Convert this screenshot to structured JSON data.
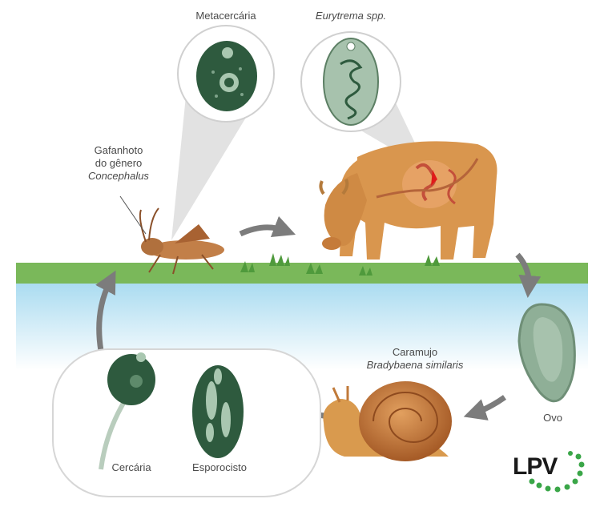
{
  "labels": {
    "metacercaria": "Metacercária",
    "eurytrema": "Eurytrema spp.",
    "grasshopper_line1": "Gafanhoto",
    "grasshopper_line2": "do gênero",
    "grasshopper_line3": "Concephalus",
    "snail_line1": "Caramujo",
    "snail_line2": "Bradybaena similaris",
    "egg": "Ovo",
    "cercaria": "Cercária",
    "sporocyst": "Esporocisto"
  },
  "logo": {
    "text": "LPV"
  },
  "colors": {
    "ground": "#7ab85a",
    "water": "#bfe3f3",
    "cow": "#d9964e",
    "snail_shell": "#b96a32",
    "parasite_dark": "#2e5a3e",
    "parasite_light": "#9cbba3",
    "egg": "#8faf97",
    "arrow": "#7c7c7c",
    "logo_dots": "#3aa648"
  },
  "icons": [
    "arrow-icon",
    "grass-icon"
  ]
}
